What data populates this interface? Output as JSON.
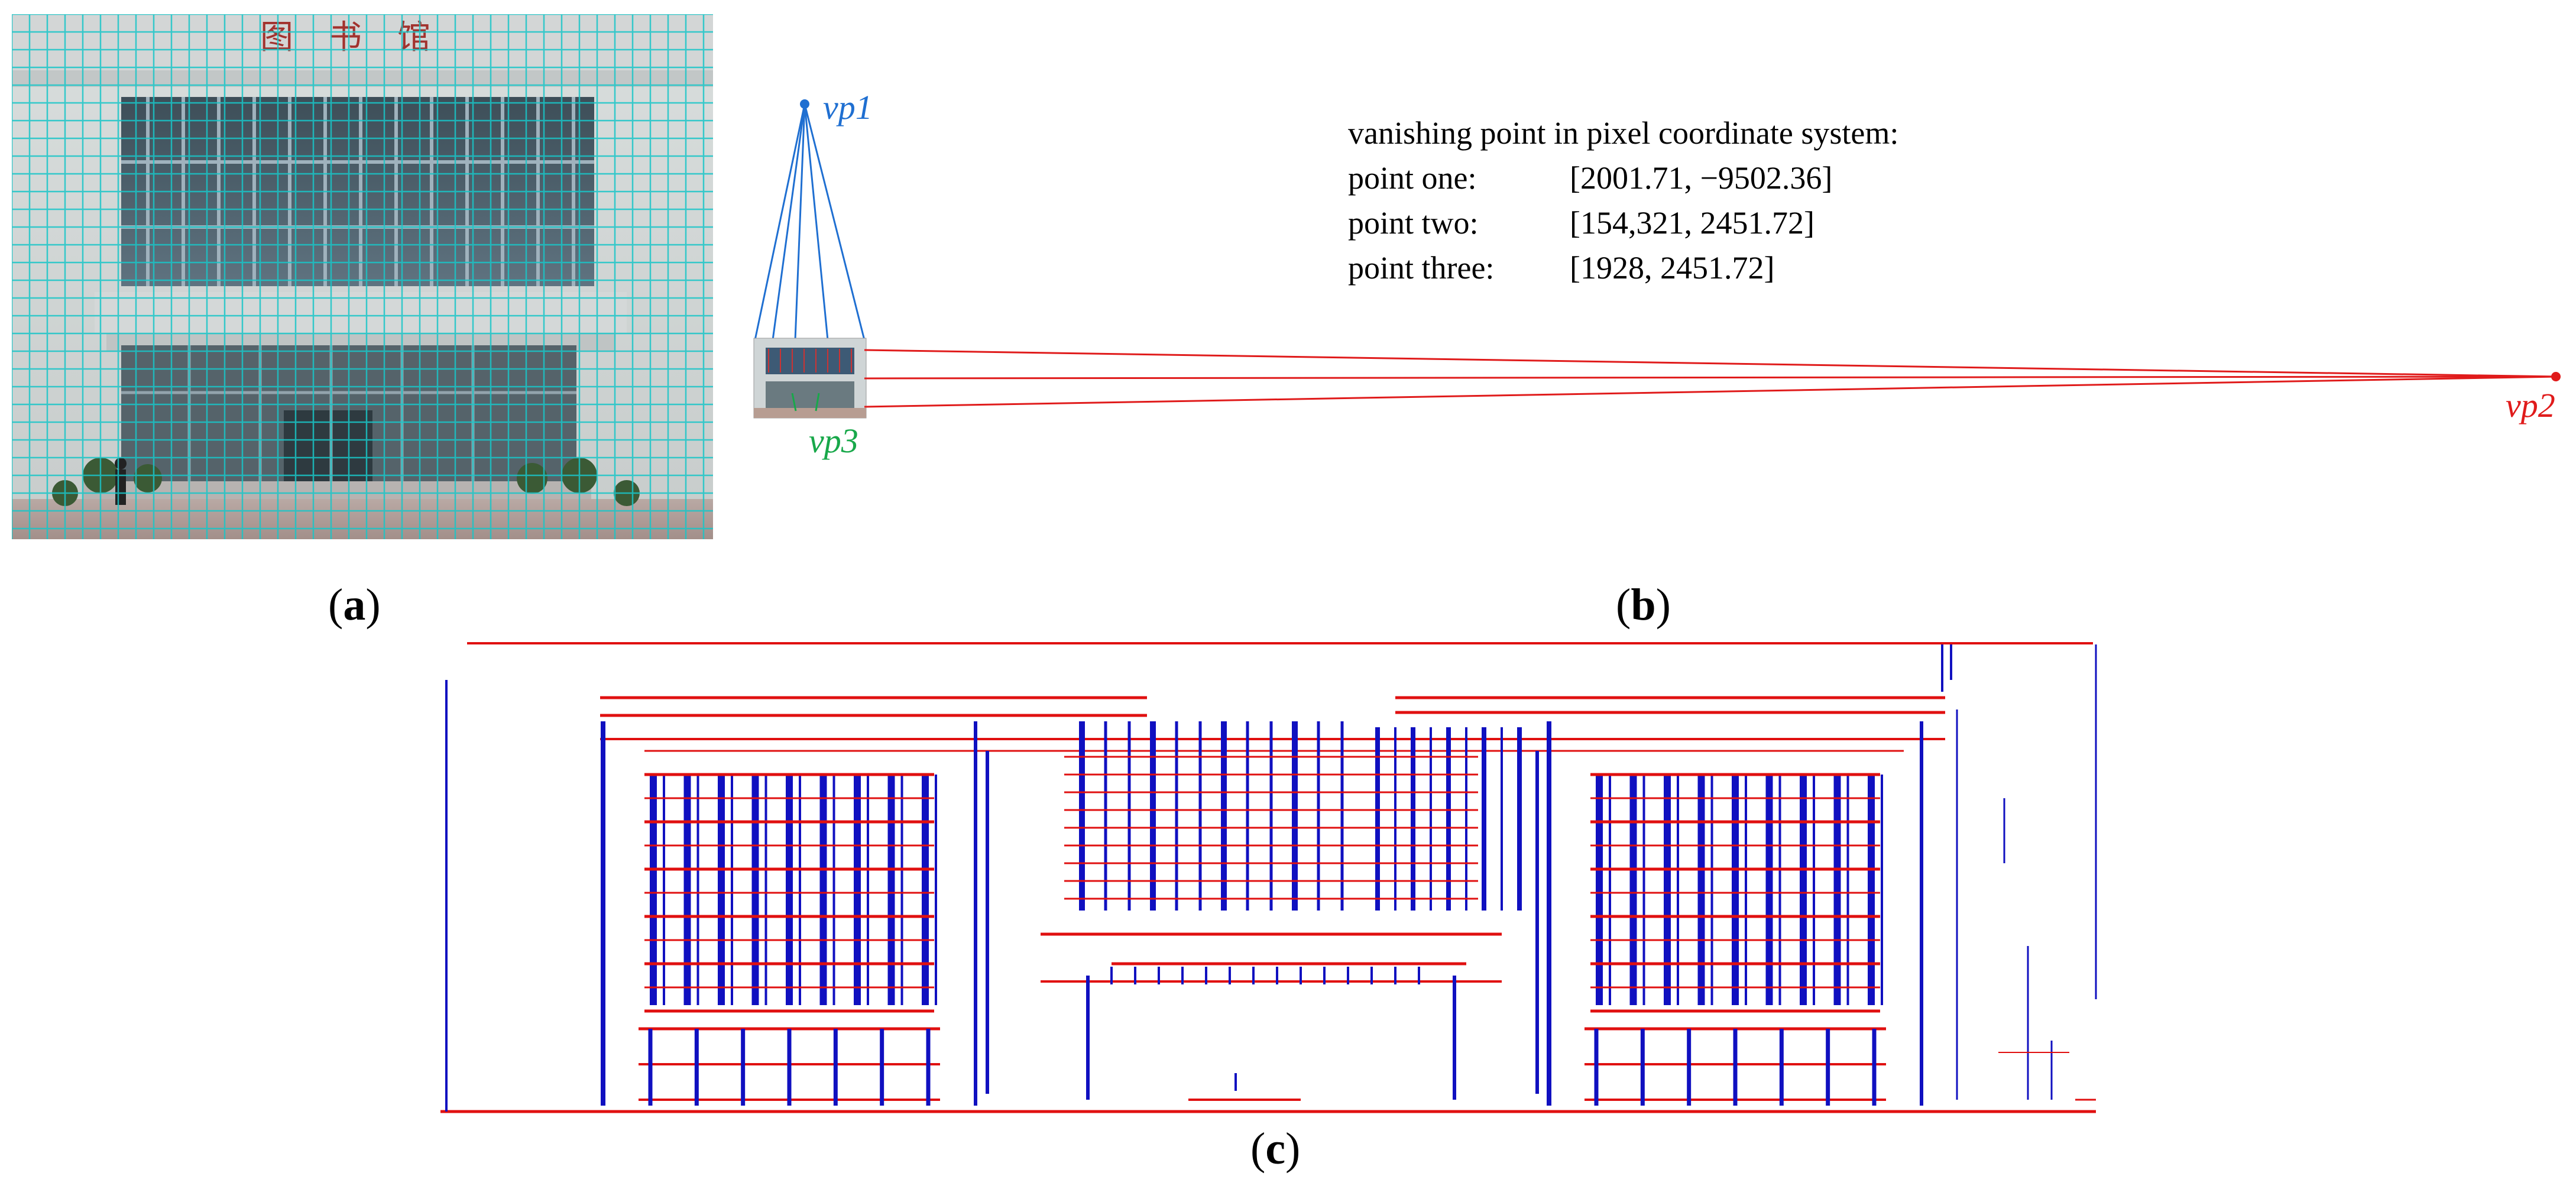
{
  "figure": {
    "panels": [
      {
        "id": "a",
        "label": "a"
      },
      {
        "id": "b",
        "label": "b"
      },
      {
        "id": "c",
        "label": "c"
      }
    ]
  },
  "photo": {
    "sign_text": "图书馆"
  },
  "vanishing": {
    "heading": "vanishing point in pixel coordinate system:",
    "points": [
      {
        "name": "point one:",
        "value": "[2001.71,  −9502.36]"
      },
      {
        "name": "point two:",
        "value": "[154,321,  2451.72]"
      },
      {
        "name": "point three:",
        "value": "[1928,  2451.72]"
      }
    ],
    "labels": {
      "vp1": "vp1",
      "vp2": "vp2",
      "vp3": "vp3"
    }
  },
  "colors": {
    "vp1": "#1f6fd1",
    "vp2": "#e01b1b",
    "vp3": "#18a84a",
    "grid": "#19c6c8",
    "line_blue": "#1010c0",
    "line_red": "#e01010"
  }
}
